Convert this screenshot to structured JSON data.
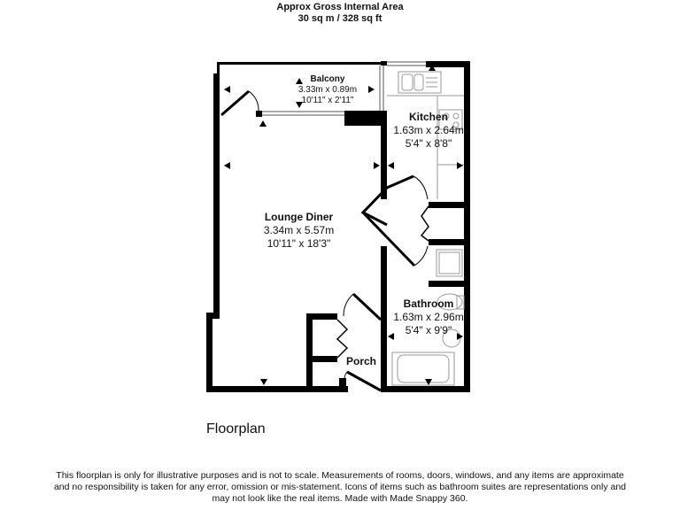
{
  "header": {
    "title": "Approx Gross Internal Area",
    "area": "30 sq m / 328 sq ft"
  },
  "rooms": [
    {
      "name": "Balcony",
      "metric": "3.33m x 0.89m",
      "imperial": "10'11\" x 2'11\""
    },
    {
      "name": "Kitchen",
      "metric": "1.63m x 2.64m",
      "imperial": "5'4\" x 8'8\""
    },
    {
      "name": "Lounge Diner",
      "metric": "3.34m x 5.57m",
      "imperial": "10'11\" x 18'3\""
    },
    {
      "name": "Bathroom",
      "metric": "1.63m x 2.96m",
      "imperial": "5'4\" x 9'9\""
    },
    {
      "name": "Porch"
    }
  ],
  "caption": "Floorplan",
  "disclaimer": {
    "line1": "This floorplan is only for illustrative purposes and is not to scale. Measurements of rooms, doors, windows, and any items are approximate",
    "line2": "and no responsibility is taken for any error, omission or mis-statement. Icons of items such as bathroom suites are representations only and",
    "line3": "may not look like the real items. Made with Made Snappy 360."
  },
  "colors": {
    "wall": "#000000",
    "fixture": "#9a9a9a",
    "background": "#ffffff"
  }
}
